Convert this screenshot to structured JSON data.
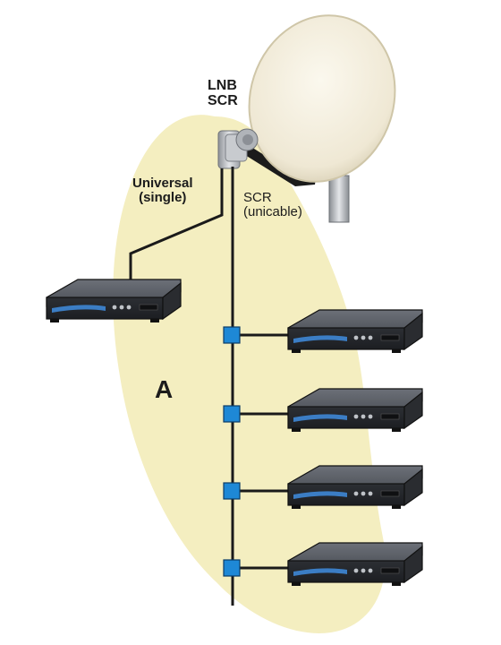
{
  "labels": {
    "lnb": {
      "line1": "LNB",
      "line2": "SCR"
    },
    "universal": {
      "line1": "Universal",
      "line2": "(single)"
    },
    "scr": {
      "line1": "SCR",
      "line2": "(unicable)"
    },
    "area": "A"
  },
  "colors": {
    "area_fill": "#f4eec0",
    "cable": "#1a1a1a",
    "splitter": "#1e88d6",
    "dish": "#f6f1e3",
    "receiver_body": "#3a3d42",
    "receiver_stripe": "#3b7dc4"
  },
  "receivers": {
    "universal_count": 1,
    "scr_count": 4
  }
}
